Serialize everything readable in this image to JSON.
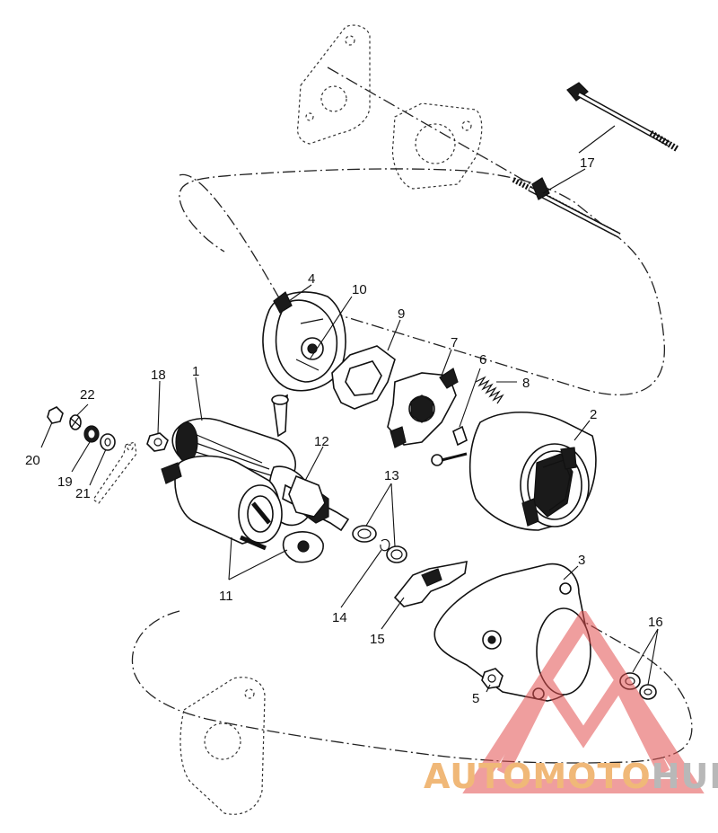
{
  "diagram": {
    "callouts": [
      {
        "id": "1",
        "label": "1"
      },
      {
        "id": "2",
        "label": "2"
      },
      {
        "id": "3",
        "label": "3"
      },
      {
        "id": "4",
        "label": "4"
      },
      {
        "id": "5",
        "label": "5"
      },
      {
        "id": "6",
        "label": "6"
      },
      {
        "id": "7",
        "label": "7"
      },
      {
        "id": "8",
        "label": "8"
      },
      {
        "id": "9",
        "label": "9"
      },
      {
        "id": "10",
        "label": "10"
      },
      {
        "id": "11",
        "label": "11"
      },
      {
        "id": "12",
        "label": "12"
      },
      {
        "id": "13",
        "label": "13"
      },
      {
        "id": "14",
        "label": "14"
      },
      {
        "id": "15",
        "label": "15"
      },
      {
        "id": "16",
        "label": "16"
      },
      {
        "id": "17",
        "label": "17"
      },
      {
        "id": "18",
        "label": "18"
      },
      {
        "id": "19",
        "label": "19"
      },
      {
        "id": "20",
        "label": "20"
      },
      {
        "id": "21",
        "label": "21"
      },
      {
        "id": "22",
        "label": "22"
      }
    ]
  },
  "watermark": {
    "text_part1": "AUTOMOTO",
    "text_part2": "HUB",
    "color_primary": "#f0b878",
    "color_secondary": "#b8b8b8",
    "logo_color": "#e8a0a0"
  }
}
